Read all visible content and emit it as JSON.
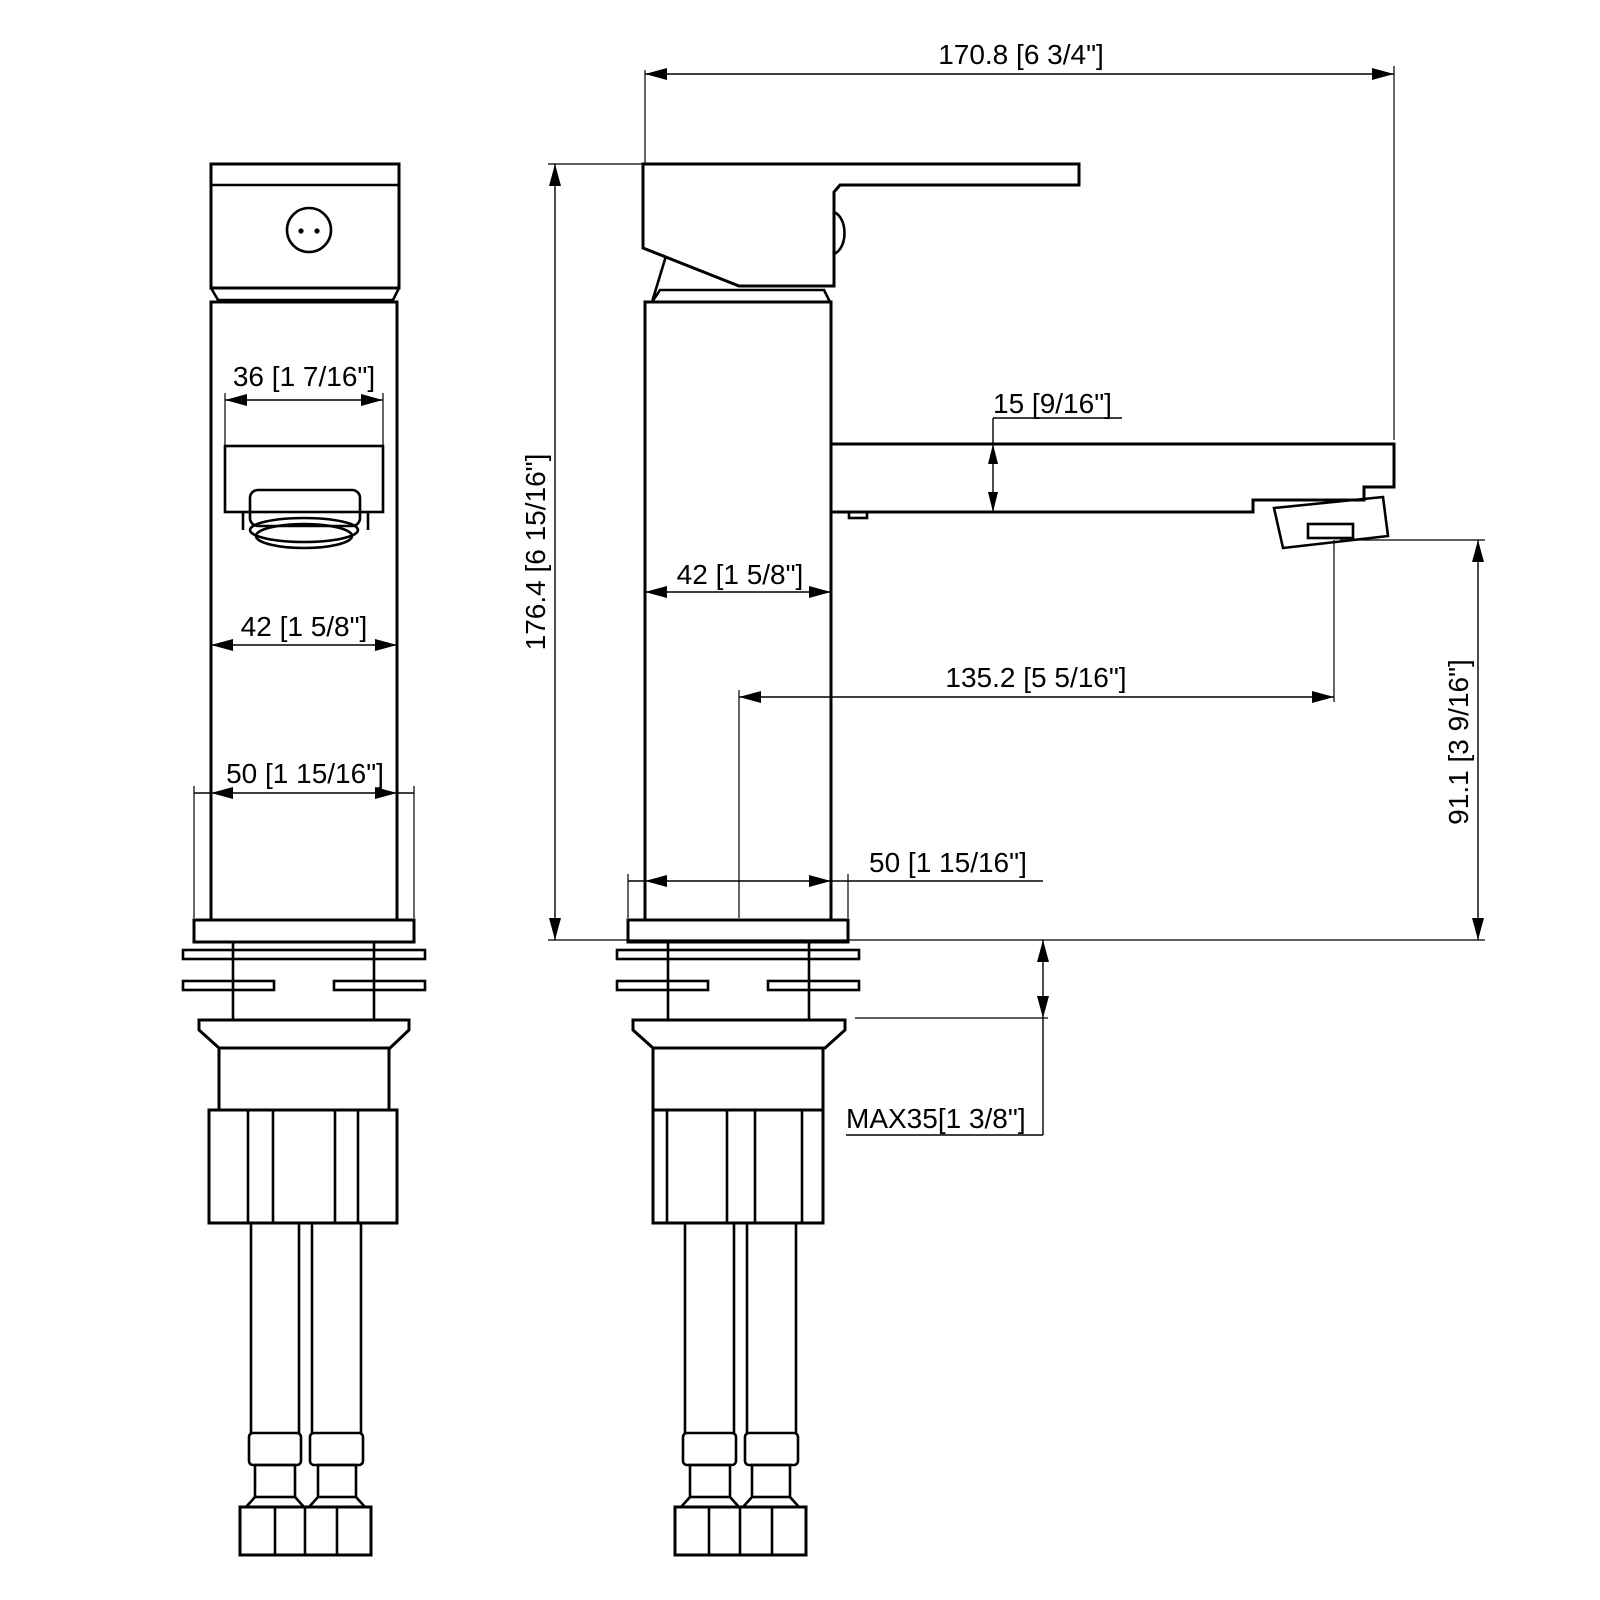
{
  "dimensions": {
    "overall_length": "170.8 [6 3/4\"]",
    "overall_height": "176.4 [6 15/16\"]",
    "spout_thickness": "15 [9/16\"]",
    "body_width_side": "42 [1 5/8\"]",
    "reach": "135.2 [5 5/16\"]",
    "spout_height": "91.1 [3 9/16\"]",
    "base_width_side": "50 [1 15/16\"]",
    "max_deck": "MAX35[1 3/8\"]",
    "aerator_width": "36 [1 7/16\"]",
    "body_width_front": "42 [1 5/8\"]",
    "base_width_front": "50 [1 15/16\"]"
  }
}
